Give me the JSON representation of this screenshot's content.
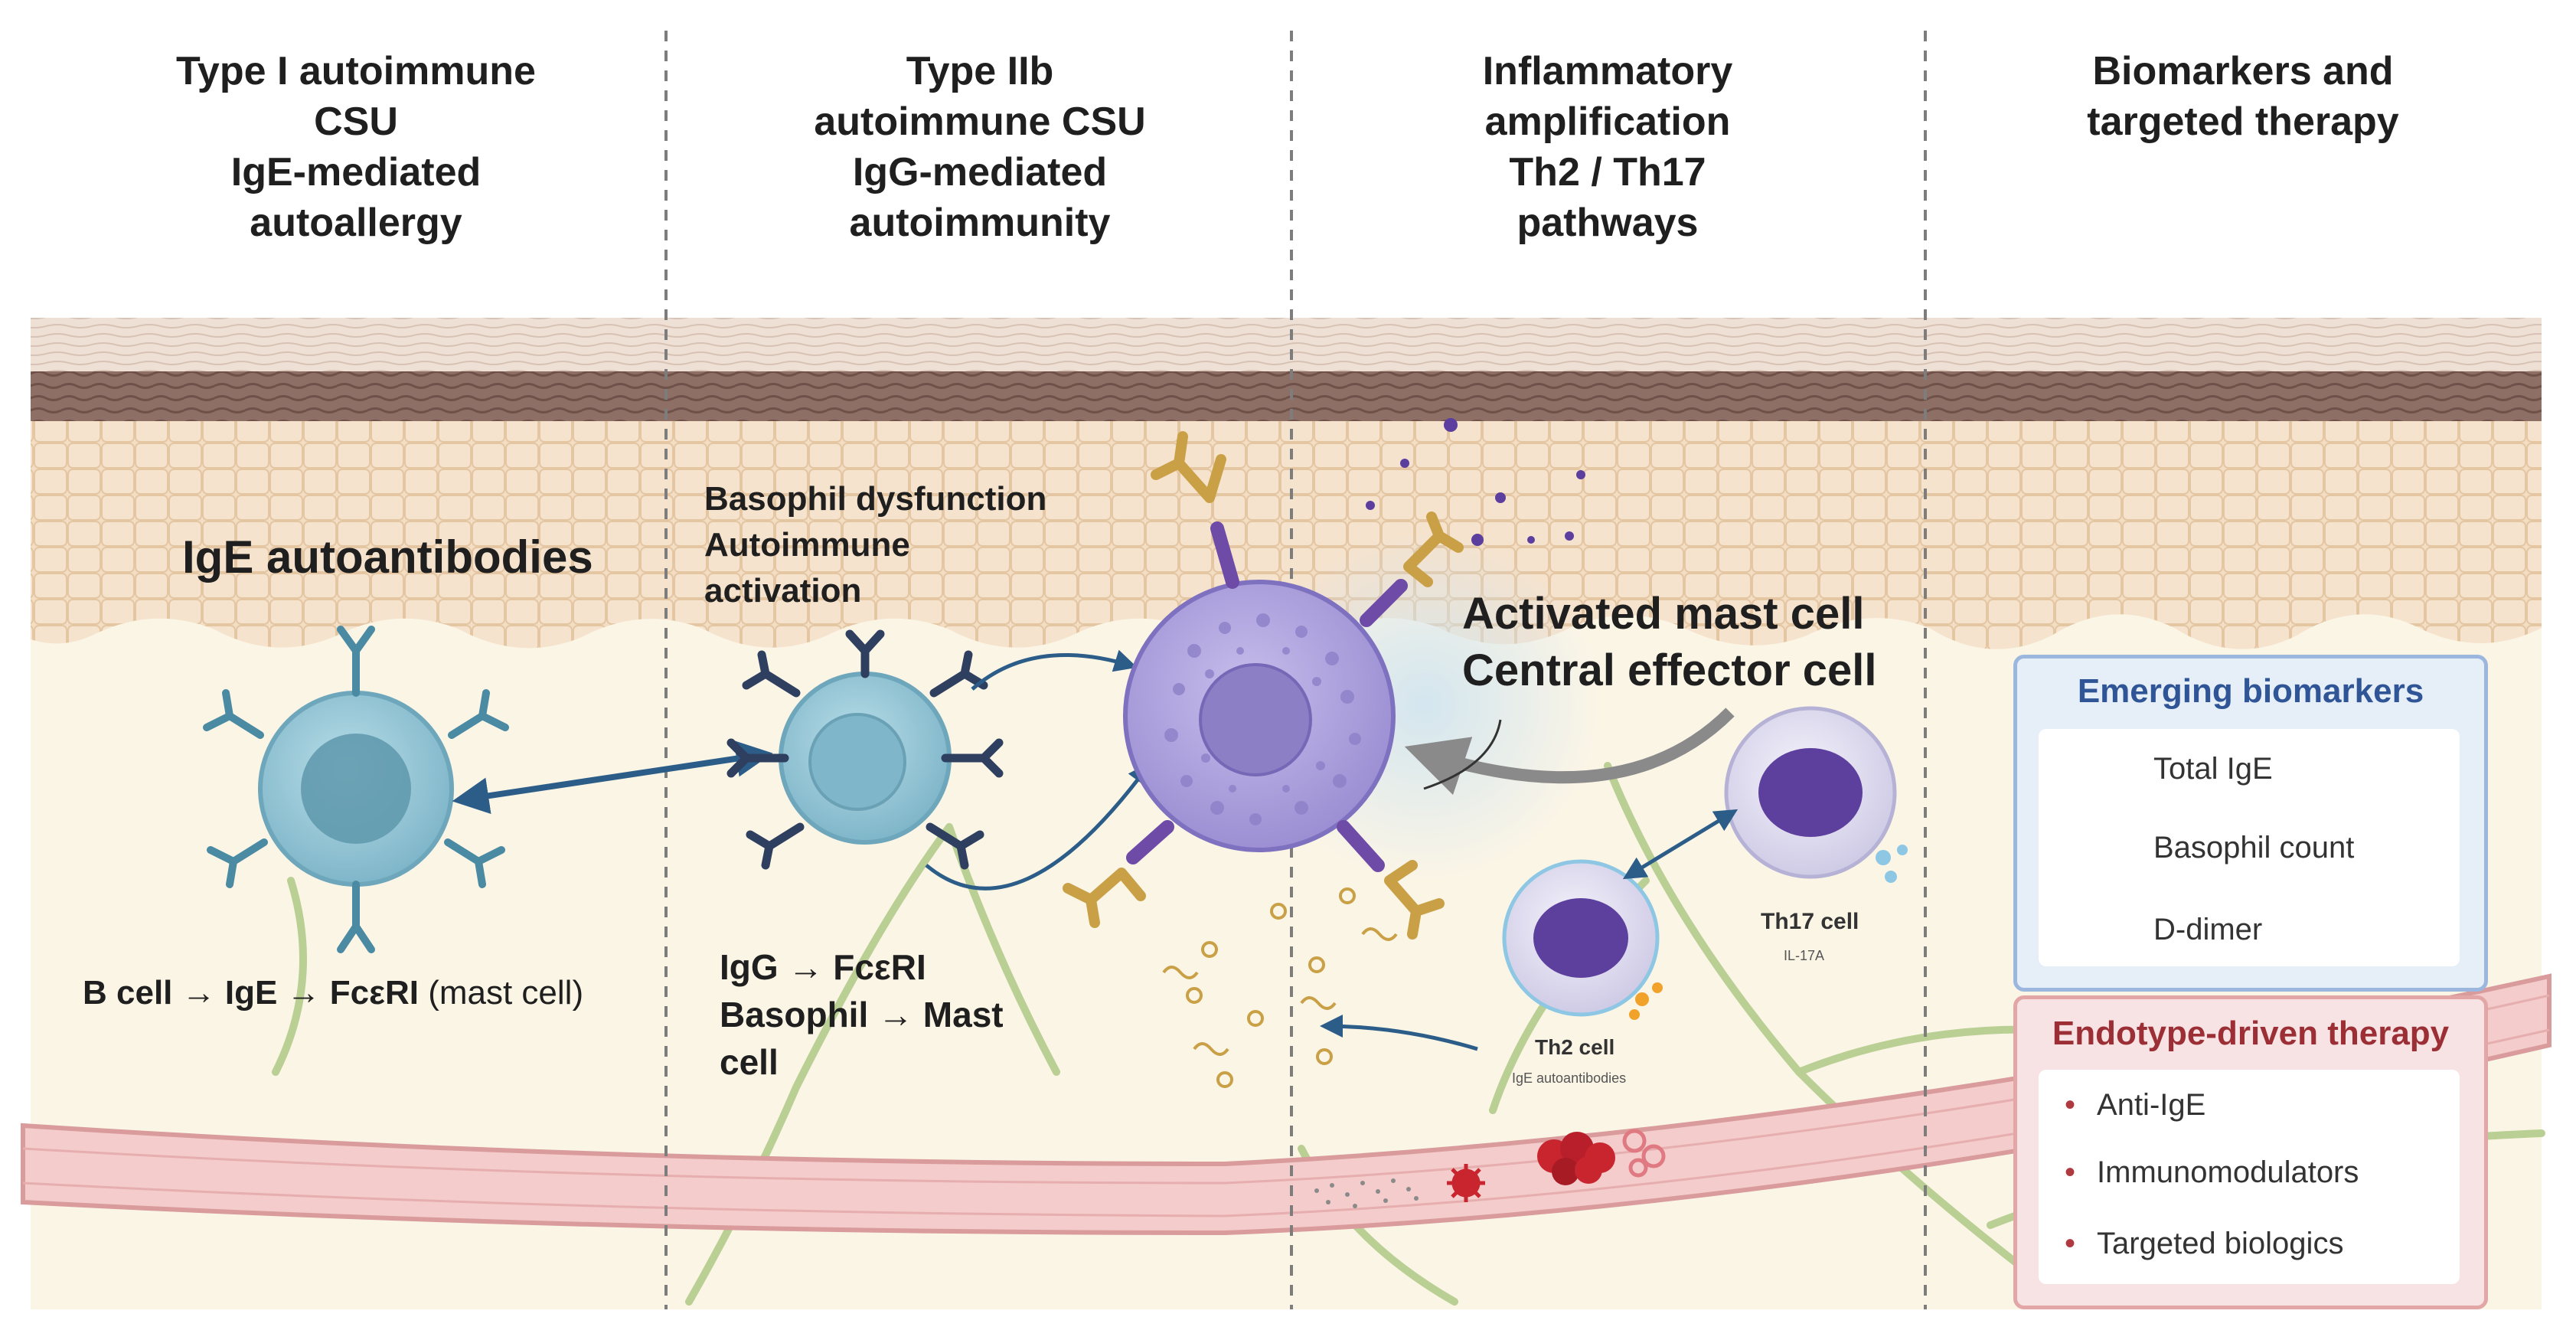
{
  "columns": [
    {
      "header": "Type I autoimmune\nCSU\nIgE-mediated\nautoallergy"
    },
    {
      "header": "Type IIb\nautoimmune CSU\nIgG-mediated\nautoimmunity"
    },
    {
      "header": "Inflammatory\namplification\nTh2 / Th17\npathways"
    },
    {
      "header": "Biomarkers and\ntargeted therapy"
    }
  ],
  "panel1": {
    "title": "IgE autoantibodies",
    "pathway_bold": "B cell → IgE → FcεRI",
    "pathway_normal": " (mast cell)"
  },
  "panel2": {
    "title_line1": "Basophil dysfunction",
    "title_line2": "Autoimmune",
    "title_line3": "activation",
    "pathway_line1": "IgG → FcεRI",
    "pathway_line2": "Basophil → Mast",
    "pathway_line3": "cell"
  },
  "panel3": {
    "title_line1": "Activated mast cell",
    "title_line2": "Central effector cell",
    "th17_label": "Th17 cell",
    "th17_sub": "IL-17A",
    "th2_label": "Th2 cell",
    "th2_sub": "IgE autoantibodies"
  },
  "biomarkers": {
    "title": "Emerging biomarkers",
    "items": [
      {
        "label": "Total IgE",
        "icon": "test-tube-blue-icon"
      },
      {
        "label": "Basophil count",
        "icon": "test-tube-red-cells-icon"
      },
      {
        "label": "D-dimer",
        "icon": "test-tube-red-dropper-icon"
      }
    ]
  },
  "therapy": {
    "title": "Endotype-driven therapy",
    "items": [
      {
        "label": "Anti-IgE"
      },
      {
        "label": "Immunomodulators"
      },
      {
        "label": "Targeted biologics"
      }
    ]
  },
  "colors": {
    "skin_top": "#f0e2d8",
    "skin_dark_band": "#8b6a62",
    "epidermis": "#f3ddc3",
    "dermis": "#fbf5e6",
    "vessel": "#f2cbcb",
    "mast_cell": "#b7acdf",
    "b_cell": "#9ccad9",
    "antibody_dark": "#3a4a6e",
    "antibody_gold": "#caa447",
    "biomarker_border": "#5b86c4",
    "therapy_border": "#d98a8a"
  }
}
